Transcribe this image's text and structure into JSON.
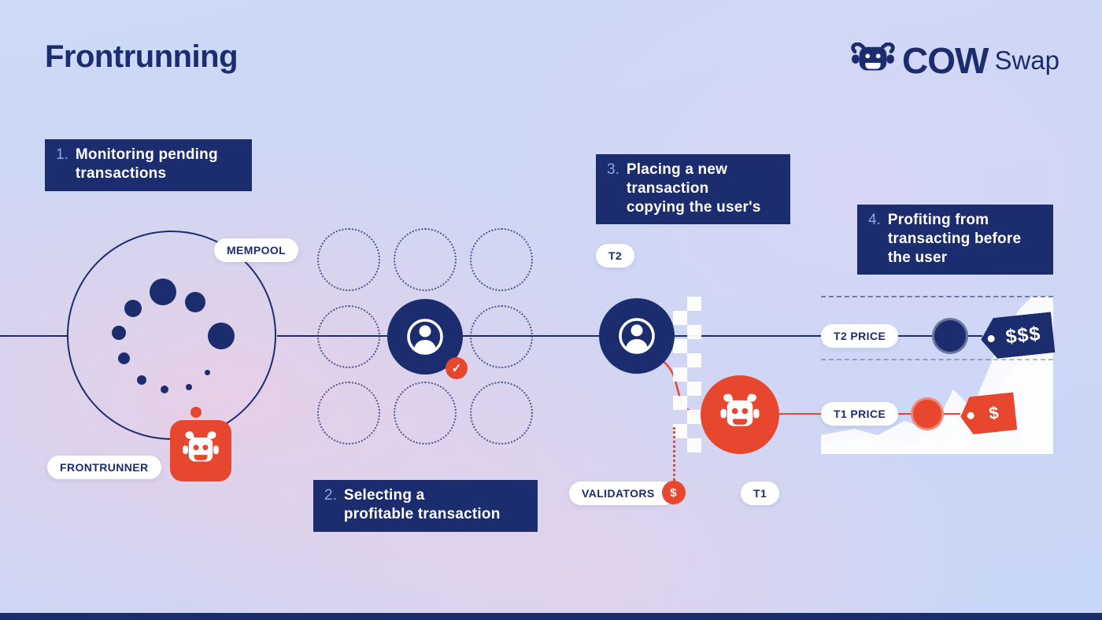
{
  "page": {
    "title": "Frontrunning",
    "brand": {
      "bold": "COW",
      "light": "Swap"
    }
  },
  "steps": [
    {
      "number": "1.",
      "text": "Monitoring pending\ntransactions"
    },
    {
      "number": "2.",
      "text": "Selecting a\nprofitable transaction"
    },
    {
      "number": "3.",
      "text": "Placing a new\ntransaction\ncopying the user's"
    },
    {
      "number": "4.",
      "text": "Profiting from\ntransacting before\nthe user"
    }
  ],
  "labels": {
    "mempool": "MEMPOOL",
    "frontrunner": "FRONTRUNNER",
    "t2": "T2",
    "t1": "T1",
    "validators": "VALIDATORS",
    "t2_price": "T2 PRICE",
    "t1_price": "T1 PRICE"
  },
  "badges": {
    "check": "✓",
    "validator_dollar": "$",
    "t2_tag": "$$$",
    "t1_tag": "$"
  },
  "colors": {
    "navy": "#1b2d6e",
    "red": "#e8472f"
  }
}
